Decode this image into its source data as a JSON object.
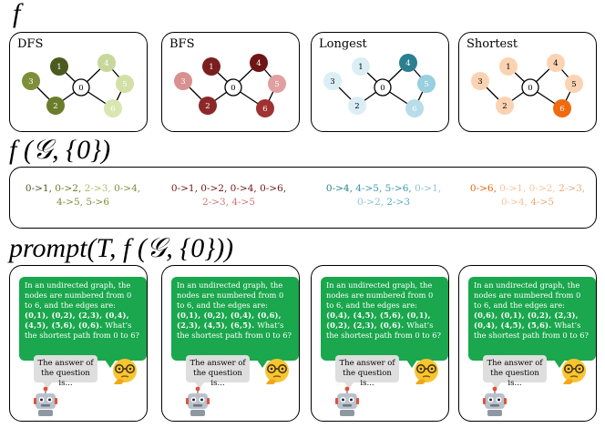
{
  "headings": {
    "f": "f",
    "fg": "f (𝒢, {0})",
    "prompt": "prompt(T, f (𝒢, {0}))"
  },
  "graphs": [
    {
      "title": "DFS",
      "colors": {
        "0": "#ffffff",
        "1": "#4b5a1f",
        "2": "#6b7d2a",
        "3": "#7d8f3a",
        "4": "#c7d89a",
        "5": "#d2e0a6",
        "6": "#d8e6b0"
      },
      "text": {
        "0": "#000000",
        "1": "#ffffff",
        "2": "#ffffff",
        "3": "#ffffff",
        "4": "#ffffff",
        "5": "#ffffff",
        "6": "#ffffff"
      }
    },
    {
      "title": "BFS",
      "colors": {
        "0": "#ffffff",
        "1": "#7a1e1e",
        "2": "#8c2828",
        "3": "#d99090",
        "4": "#6e1616",
        "5": "#e0a0a0",
        "6": "#a03232"
      },
      "text": {
        "0": "#000000",
        "1": "#ffffff",
        "2": "#ffffff",
        "3": "#ffffff",
        "4": "#ffffff",
        "5": "#ffffff",
        "6": "#ffffff"
      }
    },
    {
      "title": "Longest",
      "colors": {
        "0": "#ffffff",
        "1": "#dbeef5",
        "2": "#dbeef5",
        "3": "#dbeef5",
        "4": "#2b7f91",
        "5": "#99cfdf",
        "6": "#b7dcea"
      },
      "text": {
        "0": "#000000",
        "1": "#000000",
        "2": "#000000",
        "3": "#000000",
        "4": "#ffffff",
        "5": "#ffffff",
        "6": "#ffffff"
      }
    },
    {
      "title": "Shortest",
      "colors": {
        "0": "#ffffff",
        "1": "#fbd3b2",
        "2": "#fbd3b2",
        "3": "#fbd3b2",
        "4": "#fbd3b2",
        "5": "#fbd3b2",
        "6": "#f06a10"
      },
      "text": {
        "0": "#000000",
        "1": "#000000",
        "2": "#000000",
        "3": "#000000",
        "4": "#000000",
        "5": "#000000",
        "6": "#ffffff"
      }
    }
  ],
  "traversals": [
    {
      "lines": [
        [
          {
            "t": "0->1, ",
            "c": "#4b5a1f"
          },
          {
            "t": "0->2, ",
            "c": "#6b7d2a"
          },
          {
            "t": "2->3, ",
            "c": "#a8bd6a"
          },
          {
            "t": "0->4,",
            "c": "#7d8f3a"
          }
        ],
        [
          {
            "t": "4->5, ",
            "c": "#7d8f3a"
          },
          {
            "t": "5->6",
            "c": "#7d8f3a"
          }
        ]
      ]
    },
    {
      "lines": [
        [
          {
            "t": "0->1, ",
            "c": "#6e1616"
          },
          {
            "t": "0->2, ",
            "c": "#6e1616"
          },
          {
            "t": "0->4, ",
            "c": "#6e1616"
          },
          {
            "t": "0->6,",
            "c": "#6e1616"
          }
        ],
        [
          {
            "t": "2->3, ",
            "c": "#d07575"
          },
          {
            "t": "4->5",
            "c": "#d07575"
          }
        ]
      ]
    },
    {
      "lines": [
        [
          {
            "t": "0->4, ",
            "c": "#2b7f91"
          },
          {
            "t": "4->5, ",
            "c": "#3d97ab"
          },
          {
            "t": "5->6, ",
            "c": "#3d97ab"
          },
          {
            "t": "0->1,",
            "c": "#8cc5d6"
          }
        ],
        [
          {
            "t": "0->2, ",
            "c": "#8cc5d6"
          },
          {
            "t": "2->3",
            "c": "#5aaec3"
          }
        ]
      ]
    },
    {
      "lines": [
        [
          {
            "t": "0->6, ",
            "c": "#e2640f"
          },
          {
            "t": "0->1, ",
            "c": "#f6c39e"
          },
          {
            "t": "0->2, ",
            "c": "#f6c39e"
          },
          {
            "t": "2->3,",
            "c": "#f0a878"
          }
        ],
        [
          {
            "t": "0->4, ",
            "c": "#f6c39e"
          },
          {
            "t": "4->5",
            "c": "#f0a878"
          }
        ]
      ]
    }
  ],
  "prompts": [
    {
      "intro": "In an undirected graph, the nodes are numbered from 0 to 6, and the edges are:",
      "edges": "(0,1), (0,2), (2,3), (0,4), (4,5), (5,6), (0,6).",
      "question": "What’s the shortest path from 0 to 6?"
    },
    {
      "intro": "In an undirected graph, the nodes are numbered from 0 to 6, and the edges are:",
      "edges": "(0,1), (0,2), (0,4), (0,6), (2,3), (4,5), (6,5).",
      "question": "What’s the shortest path from 0 to 6?"
    },
    {
      "intro": "In an undirected graph, the nodes are numbered from 0 to 6, and the edges are:",
      "edges": "(0,4), (4,5), (5,6), (0,1), (0,2), (2,3), (0,6).",
      "question": "What’s the shortest path from 0 to 6?"
    },
    {
      "intro": "In an undirected graph, the nodes are numbered from 0 to 6, and the edges are:",
      "edges": "(0,6), (0,1), (0,2), (2,3), (0,4), (4,5), (5,6).",
      "question": "What’s the shortest path from 0 to 6?"
    }
  ],
  "answer_text": "The answer of the question is...",
  "accent_green": "#1aa74d"
}
